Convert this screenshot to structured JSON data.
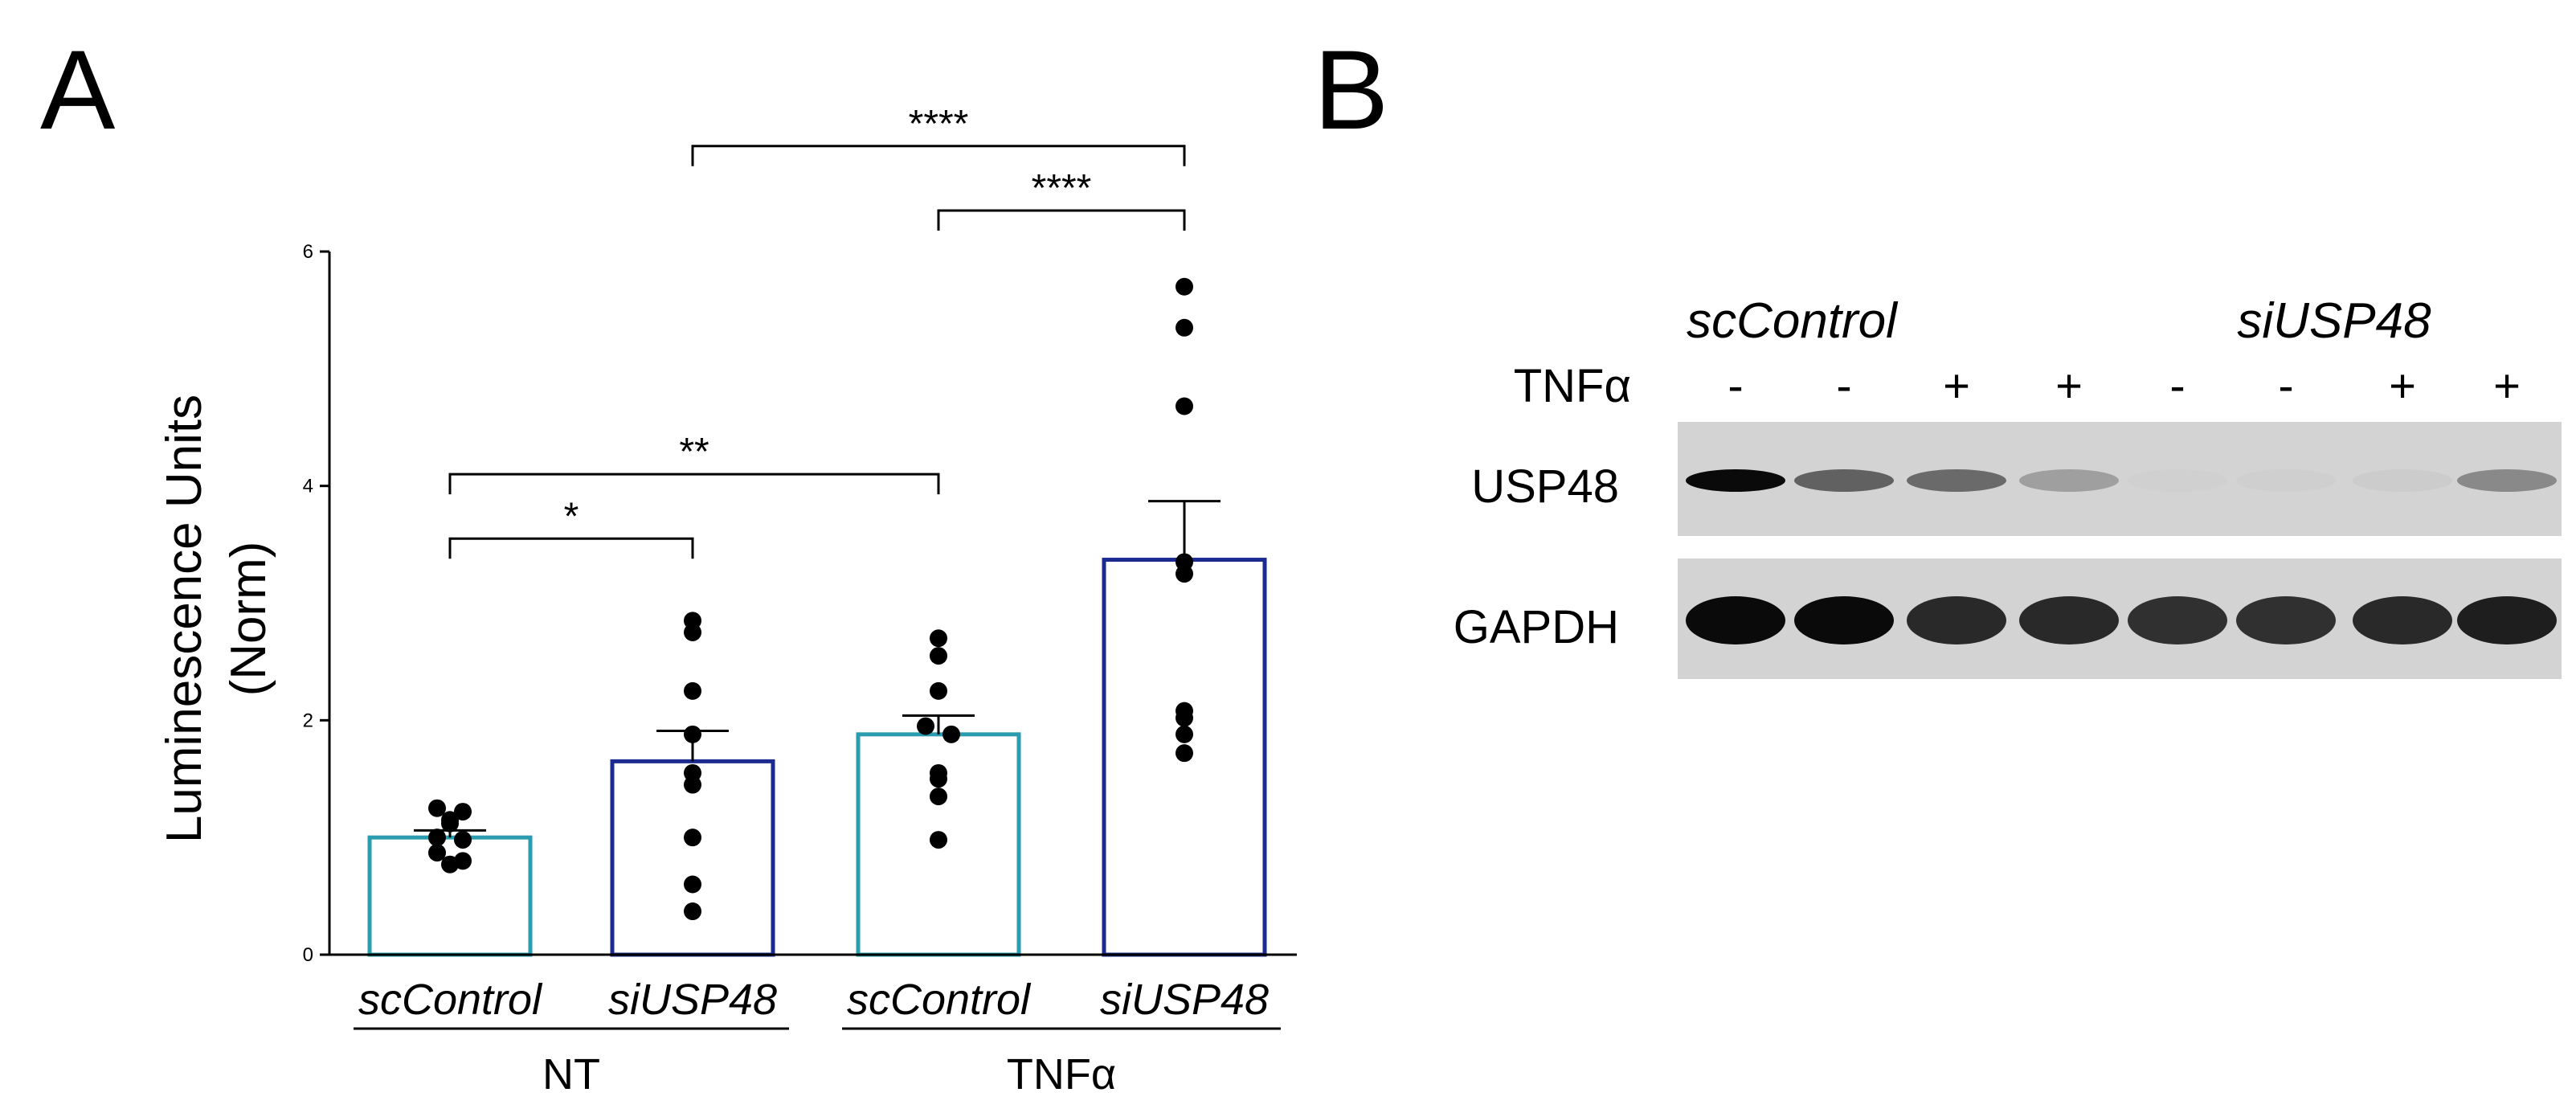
{
  "panels": {
    "a_label": "A",
    "b_label": "B"
  },
  "chart_data": {
    "type": "bar",
    "ylabel_line1": "Luminescence Units",
    "ylabel_line2": "(Norm)",
    "ylim": [
      0,
      6
    ],
    "yticks": [
      "0",
      "2",
      "4",
      "6"
    ],
    "ytick_values": [
      0,
      2,
      4,
      6
    ],
    "grid": false,
    "categories": [
      "scControl",
      "siUSP48",
      "scControl",
      "siUSP48"
    ],
    "groups": [
      {
        "label": "NT",
        "members": [
          0,
          1
        ]
      },
      {
        "label": "TNFα",
        "members": [
          2,
          3
        ]
      }
    ],
    "values": [
      1.0,
      1.65,
      1.88,
      3.37
    ],
    "errors": [
      0.06,
      0.26,
      0.16,
      0.5
    ],
    "bar_colors": [
      "#2a9cb0",
      "#1b2b8f",
      "#2a9cb0",
      "#1b2b8f"
    ],
    "points": [
      [
        1.25,
        1.22,
        1.15,
        1.12,
        1.0,
        0.98,
        0.87,
        0.8,
        0.77
      ],
      [
        2.85,
        2.75,
        2.25,
        1.88,
        1.55,
        1.45,
        1.0,
        0.6,
        0.37
      ],
      [
        2.7,
        2.55,
        2.25,
        1.95,
        1.88,
        1.55,
        1.5,
        1.35,
        0.98
      ],
      [
        5.7,
        5.35,
        4.68,
        3.35,
        3.25,
        2.08,
        2.02,
        1.88,
        1.72
      ]
    ],
    "significance": [
      {
        "from": 0,
        "to": 1,
        "label": "*",
        "y": 3.55
      },
      {
        "from": 0,
        "to": 2,
        "label": "**",
        "y": 4.1
      },
      {
        "from": 2,
        "to": 3,
        "label": "****",
        "y": 6.35
      },
      {
        "from": 1,
        "to": 3,
        "label": "****",
        "y": 6.9
      }
    ]
  },
  "blot": {
    "group_labels": [
      "scControl",
      "siUSP48"
    ],
    "treatment_label": "TNFα",
    "lane_signs": [
      "-",
      "-",
      "+",
      "+",
      "-",
      "-",
      "+",
      "+"
    ],
    "rows": [
      {
        "label": "USP48",
        "band_intensity": [
          1.0,
          0.75,
          0.72,
          0.5,
          0.05,
          0.1,
          0.18,
          0.6
        ]
      },
      {
        "label": "GAPDH",
        "band_intensity": [
          1.0,
          1.0,
          0.92,
          0.92,
          0.9,
          0.9,
          0.92,
          0.95
        ]
      }
    ]
  }
}
